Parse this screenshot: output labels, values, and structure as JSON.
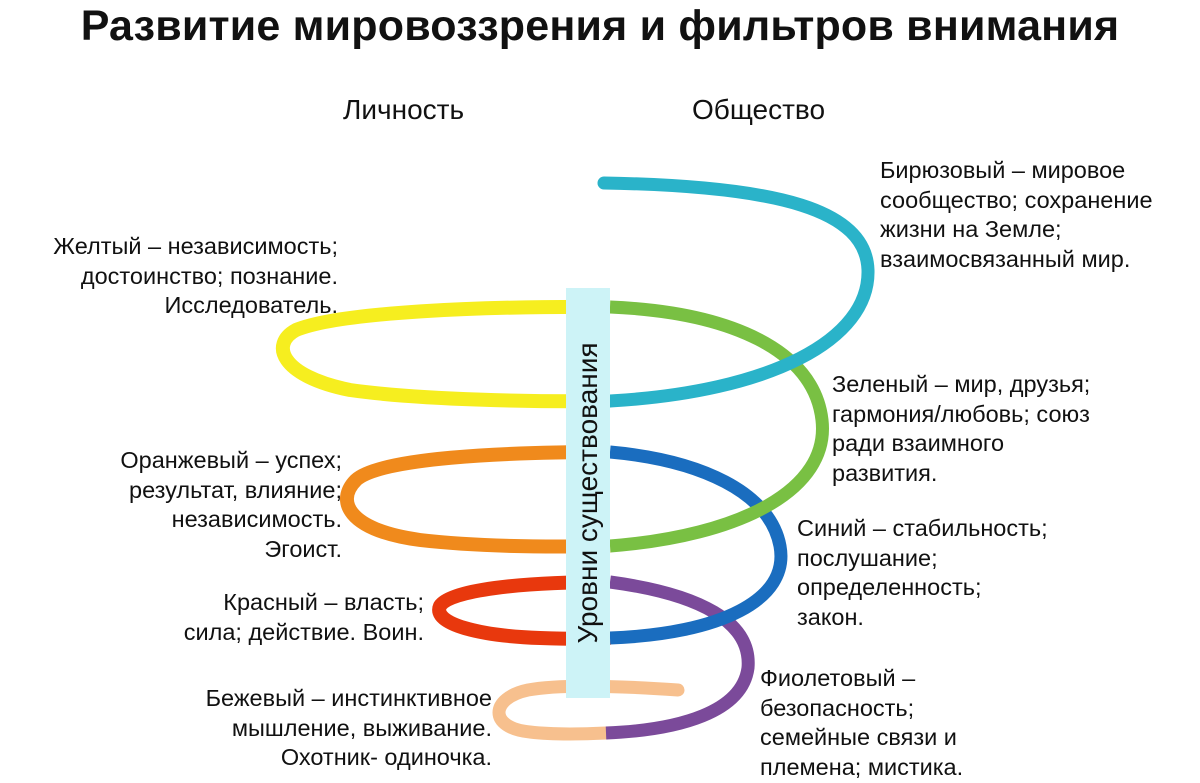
{
  "title": "Развитие мировоззрения и фильтров внимания",
  "columns": {
    "left": "Личность",
    "right": "Общество"
  },
  "axis_label": "Уровни существования",
  "levels": [
    {
      "id": "beige",
      "color": "#f7c08e",
      "lines": [
        "Бежевый – инстинктивное",
        "мышление, выживание.",
        "Охотник- одиночка."
      ]
    },
    {
      "id": "purple",
      "color": "#7b4a9a",
      "lines": [
        "Фиолетовый –",
        "безопасность;",
        "семейные связи и",
        "племена; мистика."
      ]
    },
    {
      "id": "red",
      "color": "#e8380d",
      "lines": [
        "Красный – власть;",
        "сила; действие. Воин."
      ]
    },
    {
      "id": "blue",
      "color": "#1a6dbf",
      "lines": [
        "Синий – стабильность;",
        "послушание;",
        "определенность;",
        "закон."
      ]
    },
    {
      "id": "orange",
      "color": "#f08a1c",
      "lines": [
        "Оранжевый – успех;",
        "результат, влияние;",
        "независимость.",
        "Эгоист."
      ]
    },
    {
      "id": "green",
      "color": "#79c043",
      "lines": [
        "Зеленый – мир, друзья;",
        "гармония/любовь; союз",
        "ради взаимного",
        "развития."
      ]
    },
    {
      "id": "yellow",
      "color": "#f6ee1f",
      "lines": [
        "Желтый – независимость;",
        "достоинство; познание.",
        "Исследователь."
      ]
    },
    {
      "id": "turquoise",
      "color": "#2ab3c9",
      "lines": [
        "Бирюзовый –  мировое",
        "сообщество; сохранение",
        "жизни на Земле;",
        "взаимосвязанный мир."
      ]
    }
  ]
}
